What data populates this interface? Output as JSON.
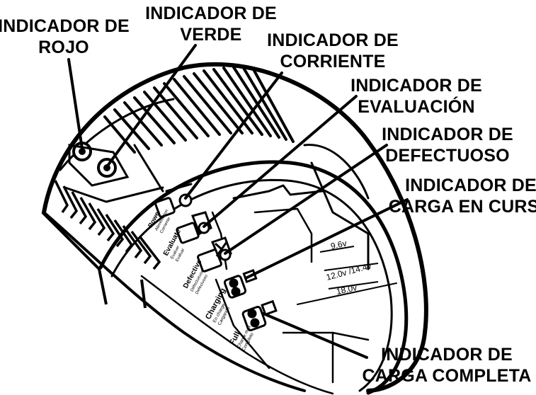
{
  "callouts": {
    "rojo": [
      "INDICADOR DE",
      "ROJO"
    ],
    "verde": [
      "INDICADOR DE",
      "VERDE"
    ],
    "corriente": [
      "INDICADOR DE",
      "CORRIENTE"
    ],
    "evaluacion": [
      "INDICADOR DE",
      "EVALUACIÓN"
    ],
    "defectuoso": [
      "INDICADOR DE",
      "DEFECTUOSO"
    ],
    "carga_en_curso": [
      "INDICADOR DE",
      "CARGA EN CURSO"
    ],
    "carga_completa": [
      "INDICADOR DE",
      "CARGA COMPLETA"
    ]
  },
  "panel": {
    "power": {
      "label": "Power",
      "sub1": "Alimentation",
      "sub2": "Corriente"
    },
    "evaluate": {
      "label": "Evaluate",
      "sub1": "Évaluer",
      "sub2": "Evaluar"
    },
    "defective": {
      "label": "Defective",
      "sub1": "Défectueuse",
      "sub2": "Defectuoso"
    },
    "charging": {
      "label": "Charging",
      "sub1": "En charge",
      "sub2": "Cargando"
    },
    "full": {
      "label": "Full",
      "sub1": "Charge max.",
      "sub2": "Completo"
    }
  },
  "voltages": [
    "9.6v",
    "12.0v /14.4v",
    "18.0v"
  ],
  "colors": {
    "ink": "#000000",
    "paper": "#ffffff"
  }
}
